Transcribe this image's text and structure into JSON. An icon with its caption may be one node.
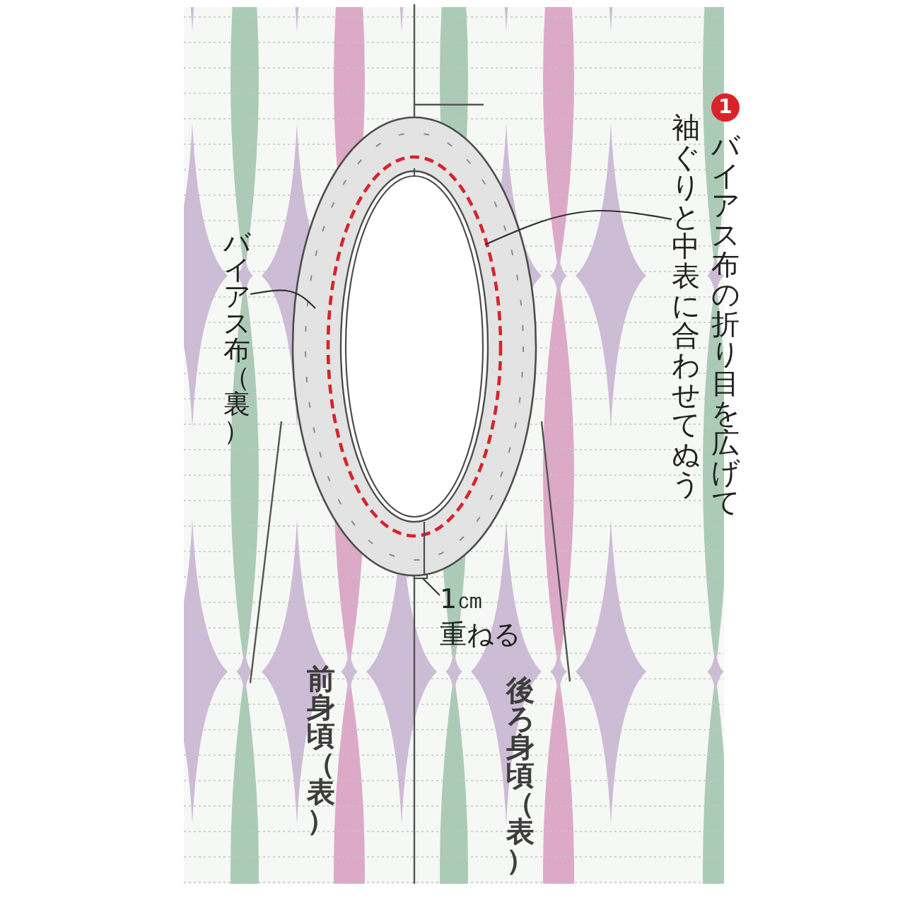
{
  "diagram": {
    "nodes": [
      {
        "text": [
          "バイアス布の折り目を広げて袖ぐりと中表に合わせてぬう"
        ]
      },
      {
        "text": [
          "バイアス布（裏）"
        ]
      },
      {
        "text": [
          "1㎝重ねる"
        ]
      },
      {
        "text": [],
        "shape": "ring"
      }
    ],
    "edges": [
      {
        "from": 0,
        "to": 3,
        "arrow": "none"
      },
      {
        "from": 1,
        "to": 3,
        "arrow": "none"
      },
      {
        "from": 2,
        "to": 3,
        "arrow": "none"
      }
    ],
    "labels": [
      "1",
      "前身頃（表）",
      "後ろ身頃（表）"
    ]
  }
}
